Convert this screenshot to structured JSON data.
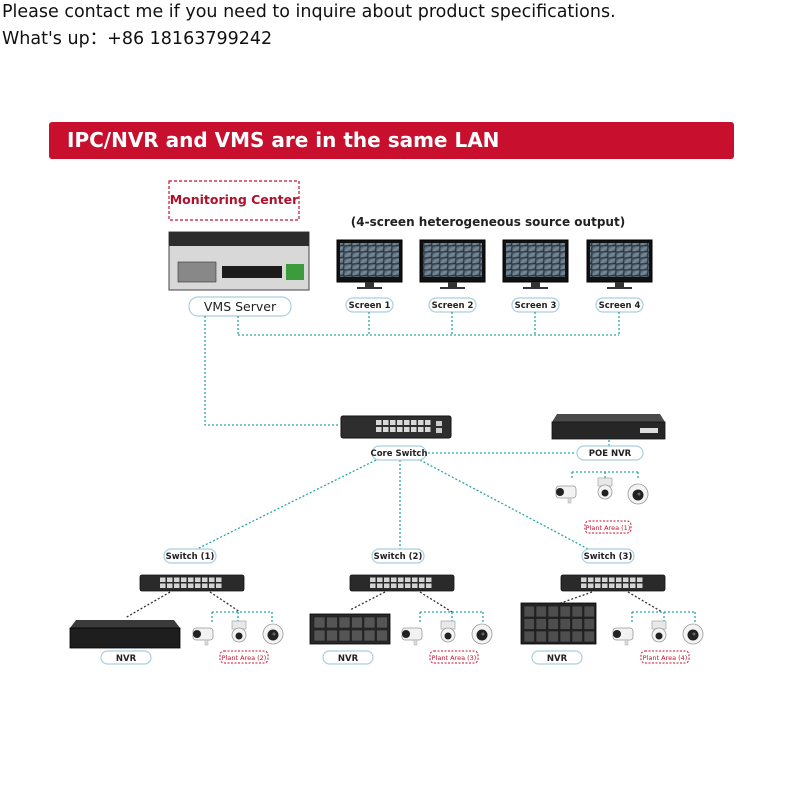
{
  "header": {
    "line1": "Please contact me if you need to inquire about product specifications.",
    "line2": "What's up：+86 18163799242"
  },
  "banner": {
    "title": "IPC/NVR and VMS are in the same LAN"
  },
  "monitoring_center": {
    "label": "Monitoring Center"
  },
  "screens": {
    "caption": "(4-screen heterogeneous source output)",
    "items": [
      {
        "label": "Screen 1"
      },
      {
        "label": "Screen 2"
      },
      {
        "label": "Screen 3"
      },
      {
        "label": "Screen 4"
      }
    ]
  },
  "vms": {
    "label": "VMS Server"
  },
  "core_switch": {
    "label": "Core Switch"
  },
  "poe_nvr": {
    "label": "POE NVR",
    "area": "Plant Area (1)"
  },
  "switches": [
    {
      "label": "Switch (1)",
      "nvr_label": "NVR",
      "area": "Plant Area (2)"
    },
    {
      "label": "Switch (2)",
      "nvr_label": "NVR",
      "area": "Plant Area (3)"
    },
    {
      "label": "Switch (3)",
      "nvr_label": "NVR",
      "area": "Plant Area (4)"
    }
  ],
  "colors": {
    "banner": "#c8102e",
    "link": "#2aa6a6",
    "area_border": "#c8102e"
  }
}
